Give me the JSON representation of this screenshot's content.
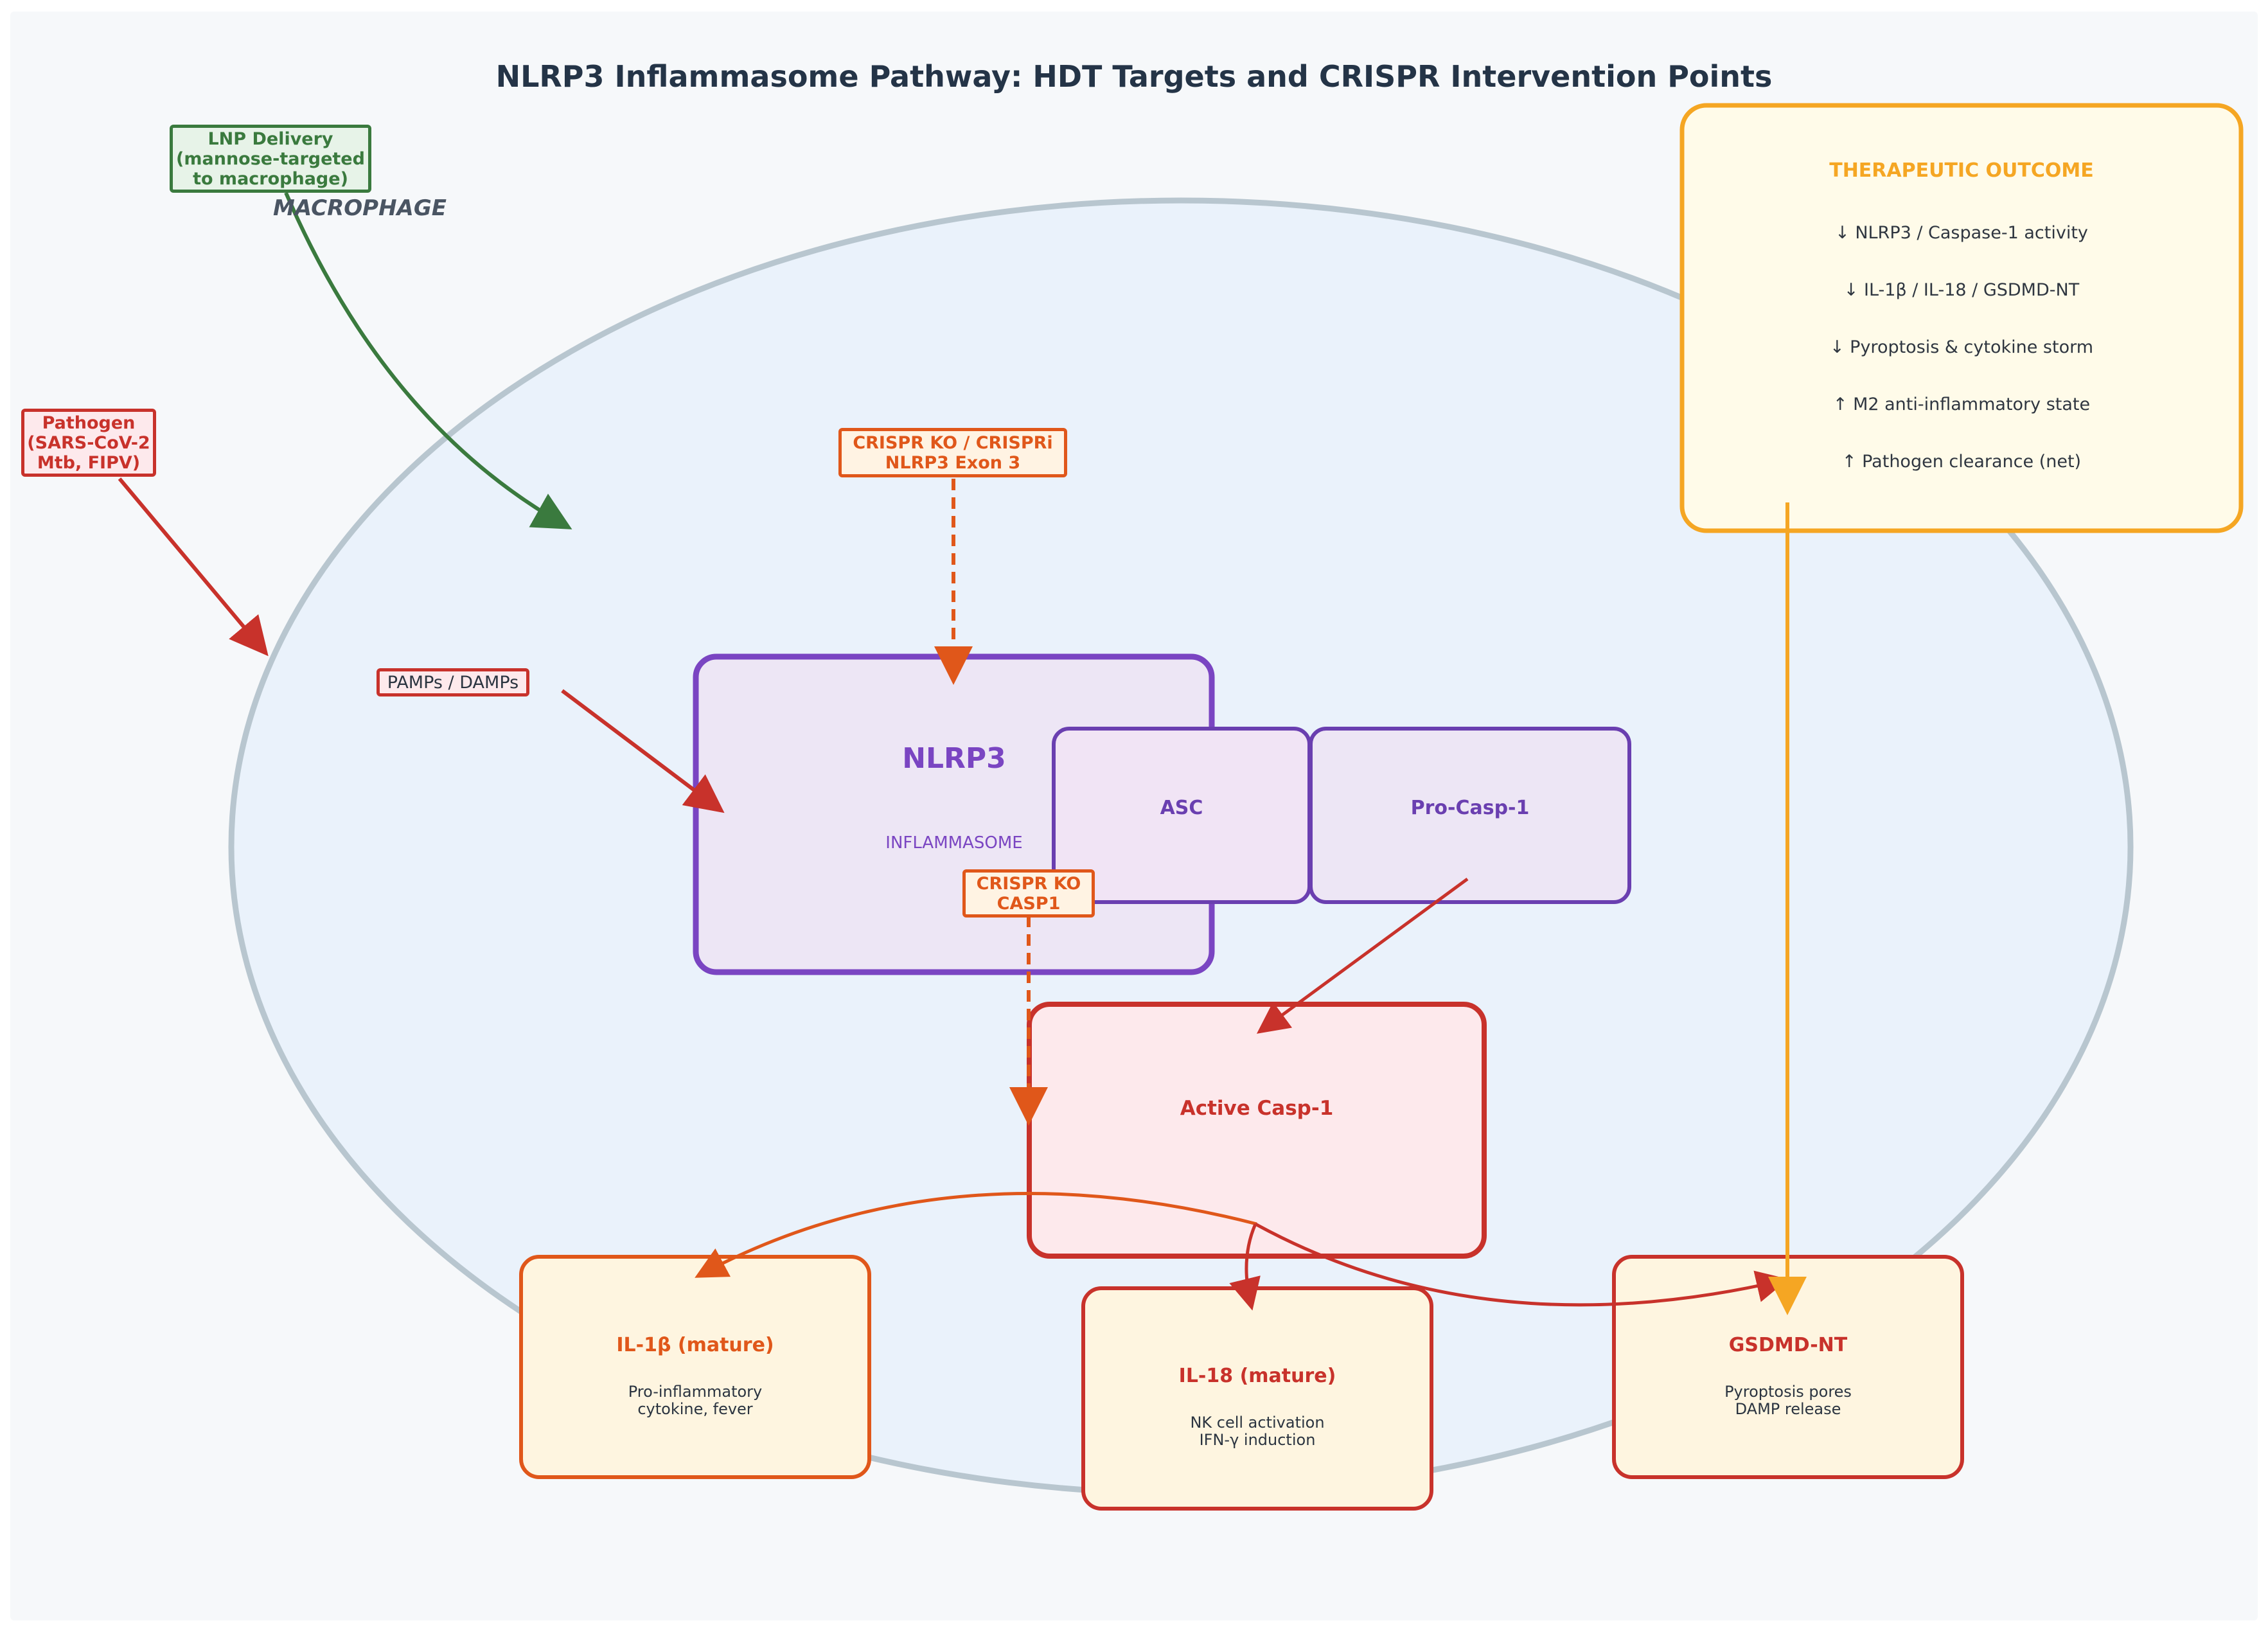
{
  "title": "NLRP3 Inflammasome Pathway: HDT Targets and CRISPR Intervention Points",
  "cell": {
    "label": "MACROPHAGE"
  },
  "lnp": {
    "lines": [
      "LNP Delivery",
      "(mannose-targeted",
      "to macrophage)"
    ]
  },
  "pathogen": {
    "lines": [
      "Pathogen",
      "(SARS-CoV-2",
      "Mtb, FIPV)"
    ]
  },
  "pamps": {
    "label": "PAMPs / DAMPs"
  },
  "crispr_nlrp3": {
    "lines": [
      "CRISPR KO / CRISPRi",
      "NLRP3 Exon 3"
    ]
  },
  "crispr_casp1": {
    "lines": [
      "CRISPR KO",
      "CASP1"
    ]
  },
  "nlrp3": {
    "title": "NLRP3",
    "subtitle": "INFLAMMASOME"
  },
  "asc": {
    "label": "ASC"
  },
  "procasp": {
    "label": "Pro-Casp-1"
  },
  "active_casp": {
    "label": "Active Casp-1"
  },
  "il1b": {
    "title": "IL-1β (mature)",
    "desc": [
      "Pro-inflammatory",
      "cytokine, fever"
    ]
  },
  "il18": {
    "title": "IL-18 (mature)",
    "desc": [
      "NK cell activation",
      "IFN-γ induction"
    ]
  },
  "gsdmd": {
    "title": "GSDMD-NT",
    "desc": [
      "Pyroptosis pores",
      "DAMP release"
    ]
  },
  "outcome": {
    "title": "THERAPEUTIC OUTCOME",
    "items": [
      "↓ NLRP3 / Caspase-1 activity",
      "↓ IL-1β / IL-18 / GSDMD-NT",
      "↓ Pyroptosis & cytokine storm",
      "↑ M2 anti-inflammatory state",
      "↑ Pathogen clearance (net)"
    ]
  },
  "colors": {
    "background": "#f6f8fa",
    "cell_fill": "#eaf2fb",
    "cell_stroke": "#b8c6cf",
    "purple": "#7a45c2",
    "purple_fill": "#ede6f5",
    "red": "#c8322b",
    "orange": "#e0571a",
    "green": "#3a7a3e",
    "amber": "#f5a623"
  }
}
